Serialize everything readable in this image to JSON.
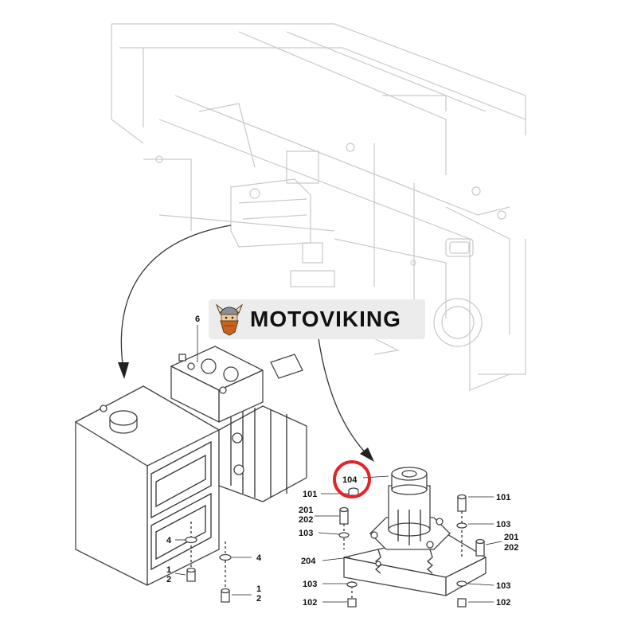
{
  "brand": {
    "name": "MOTOVIKING"
  },
  "highlight_color": "#e3242b",
  "callouts": {
    "c6": "6",
    "c104": "104",
    "c101a": "101",
    "c101b": "101",
    "c201a": "201",
    "c202a": "202",
    "c201b": "201",
    "c202b": "202",
    "c103a": "103",
    "c103b": "103",
    "c103c": "103",
    "c103d": "103",
    "c204": "204",
    "c102a": "102",
    "c102b": "102",
    "c4a": "4",
    "c4b": "4",
    "c1a": "1",
    "c2a": "2",
    "c1b": "1",
    "c2b": "2"
  }
}
